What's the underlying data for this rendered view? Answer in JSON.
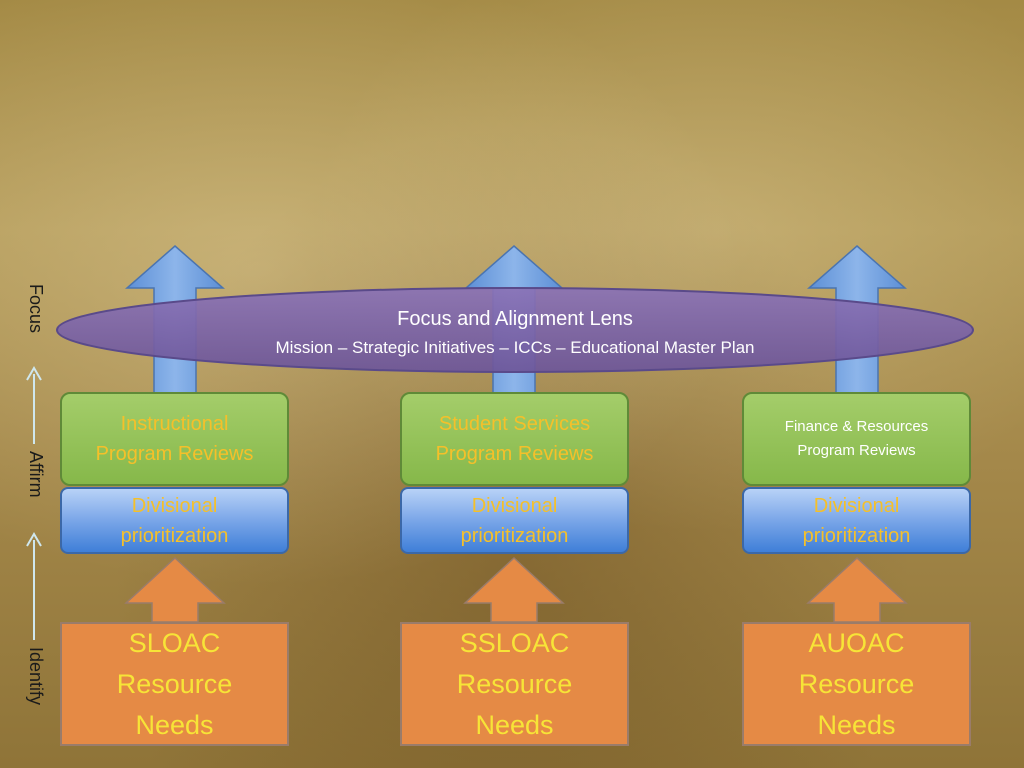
{
  "lens": {
    "title": "Focus and Alignment  Lens",
    "subtitle": "Mission – Strategic Initiatives – ICCs – Educational Master Plan"
  },
  "side_labels": {
    "focus": "Focus",
    "affirm": "Affirm",
    "identify": "Identify"
  },
  "columns": [
    {
      "review": [
        "Instructional",
        "Program Reviews"
      ],
      "divisional": [
        "Divisional",
        "prioritization"
      ],
      "needs": [
        "SLOAC",
        "Resource",
        "Needs"
      ]
    },
    {
      "review": [
        "Student Services",
        "Program Reviews"
      ],
      "divisional": [
        "Divisional",
        "prioritization"
      ],
      "needs": [
        "SSLOAC",
        "Resource",
        "Needs"
      ]
    },
    {
      "review": [
        "Finance & Resources",
        "Program Reviews"
      ],
      "divisional": [
        "Divisional",
        "prioritization"
      ],
      "needs": [
        "AUOAC",
        "Resource",
        "Needs"
      ]
    }
  ],
  "colors": {
    "up_arrow_blue": "#6f9fdb",
    "orange_arrow": "#e58a45",
    "lens_purple": "#7b64a8",
    "review_green": "#8dbf52",
    "label_yellow": "#f5c02a"
  }
}
